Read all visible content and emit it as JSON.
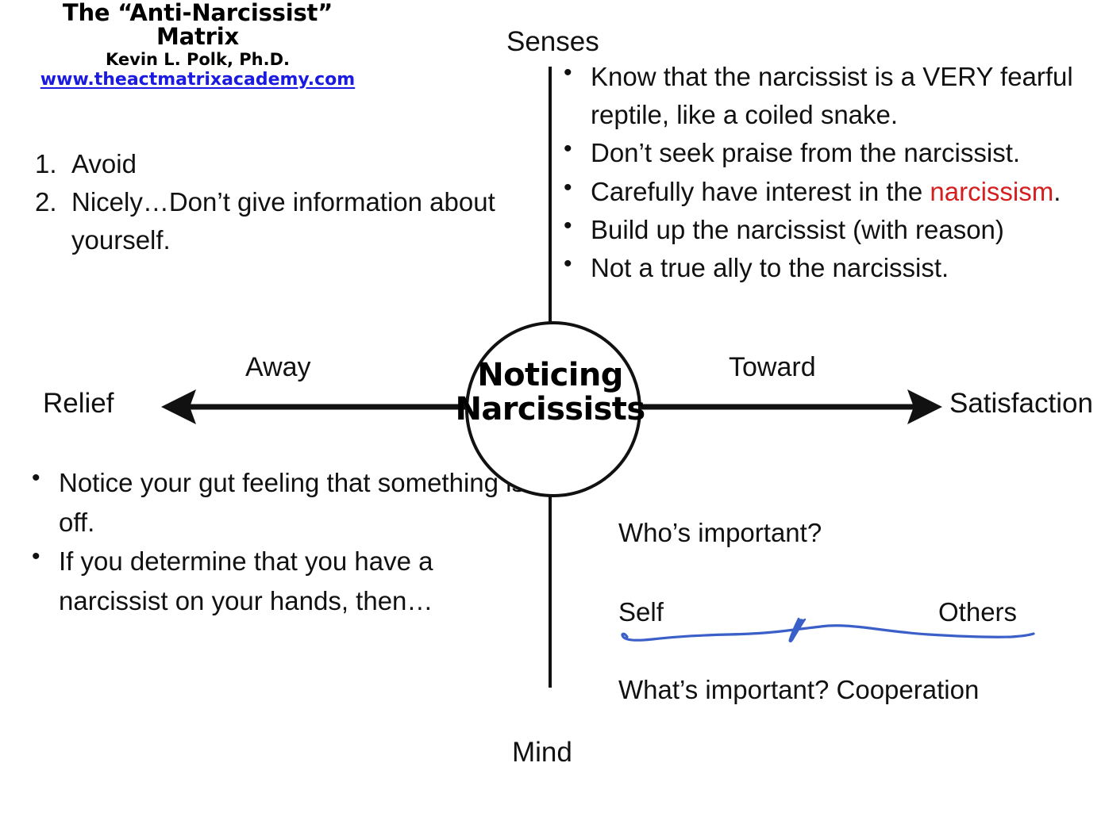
{
  "title": {
    "line1": "The “Anti-Narcissist”",
    "line2": "Matrix",
    "author": "Kevin L. Polk, Ph.D.",
    "url": "www.theactmatrixacademy.com",
    "url_color": "#1a1ae0"
  },
  "numbered_list": [
    {
      "num": "1.",
      "text": "Avoid"
    },
    {
      "num": "2.",
      "text": "Nicely…Don’t give information about yourself."
    }
  ],
  "upper_right_bullets": [
    {
      "bullet": "•",
      "text": "Know that the narcissist is a VERY fearful reptile, like a coiled snake."
    },
    {
      "bullet": "•",
      "text": "Don’t seek praise from the narcissist."
    },
    {
      "bullet": "•",
      "pre": "Carefully have interest in the ",
      "highlight": "narcissism",
      "post": "."
    },
    {
      "bullet": "•",
      "text": "Build up the narcissist (with reason)"
    },
    {
      "bullet": "•",
      "text": "Not a true ally to the narcissist."
    }
  ],
  "lower_left_bullets": [
    {
      "bullet": "•",
      "text": "Notice your gut feeling that something is off."
    },
    {
      "bullet": "•",
      "text": "If you determine that you have a narcissist on your hands, then…"
    }
  ],
  "center": {
    "line1": "Noticing",
    "line2": "Narcissists"
  },
  "axes": {
    "top_pole": "Senses",
    "bottom_pole": "Mind",
    "left_pole": "Relief",
    "right_pole": "Satisfaction",
    "left_direction": "Away",
    "right_direction": "Toward"
  },
  "lower_right": {
    "who_question": "Who’s important?",
    "scale_left": "Self",
    "scale_right": "Others",
    "what_question": "What’s important? Cooperation",
    "scale_marker_position_pct": 42
  },
  "colors": {
    "ink": "#111111",
    "highlight_red": "#d41f20",
    "link_blue": "#1a1ae0",
    "scale_blue": "#3a5fc8",
    "background": "#ffffff"
  }
}
